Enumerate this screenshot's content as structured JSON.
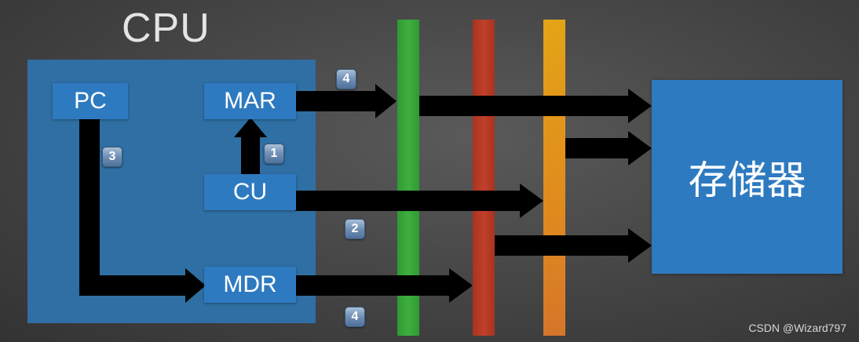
{
  "title": "CPU",
  "registers": {
    "pc": "PC",
    "mar": "MAR",
    "cu": "CU",
    "mdr": "MDR"
  },
  "memory_label": "存储器",
  "steps": {
    "step_1": "1",
    "step_2": "2",
    "step_3": "3",
    "step_4_address": "4",
    "step_4_data": "4"
  },
  "bus_colors": {
    "address_bus": "#3fae3f",
    "control_bus": "#c0402a",
    "data_bus": "#e3a417"
  },
  "colors": {
    "cpu_box": "#2f6fa3",
    "register": "#2e7ac0",
    "arrow": "#000000"
  },
  "watermark": "CSDN @Wizard797"
}
